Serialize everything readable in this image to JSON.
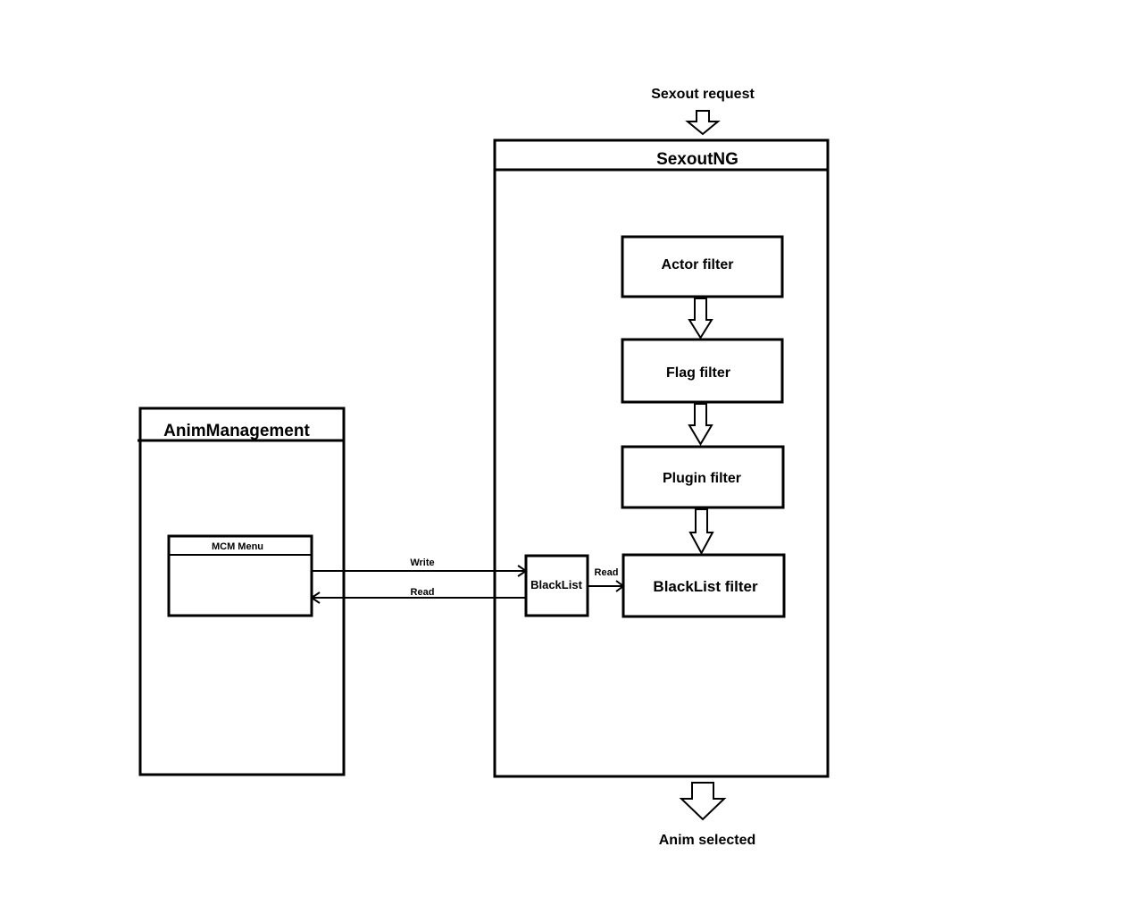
{
  "diagram": {
    "input_label": "Sexout request",
    "output_label": "Anim selected",
    "sexoutng": {
      "title": "SexoutNG",
      "filters": [
        "Actor filter",
        "Flag filter",
        "Plugin filter",
        "BlackList filter"
      ],
      "blacklist": "BlackList"
    },
    "animmanagement": {
      "title": "AnimManagement",
      "menu_title": "MCM Menu"
    },
    "edges": {
      "write": "Write",
      "read_back": "Read",
      "read_filter": "Read"
    }
  }
}
